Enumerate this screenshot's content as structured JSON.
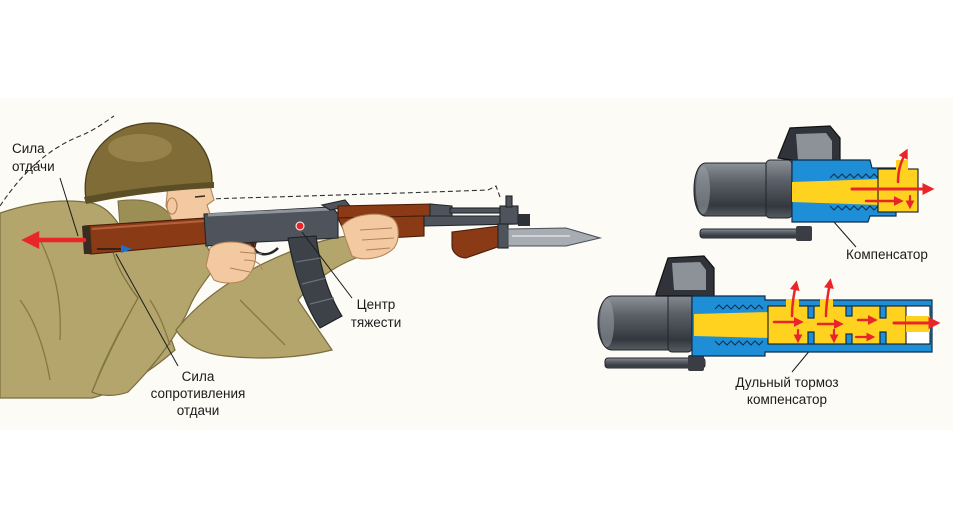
{
  "labels": {
    "recoil_force": [
      "Сила",
      "отдачи"
    ],
    "center_of_gravity": [
      "Центр",
      "тяжести"
    ],
    "recoil_resistance": [
      "Сила",
      "сопротивления",
      "отдачи"
    ],
    "compensator": "Компенсатор",
    "muzzle_brake_compensator": [
      "Дульный тормоз",
      "компенсатор"
    ]
  },
  "colors": {
    "arrow_red": "#e8262a",
    "barrel_blue": "#1e8fd6",
    "gas_yellow": "#ffd21f",
    "steel_dark": "#4f545c",
    "wood_brown": "#8b3a16",
    "uniform_khaki": "#b3a56b",
    "helmet_olive": "#7f6c36",
    "skin": "#f2c9a1"
  }
}
